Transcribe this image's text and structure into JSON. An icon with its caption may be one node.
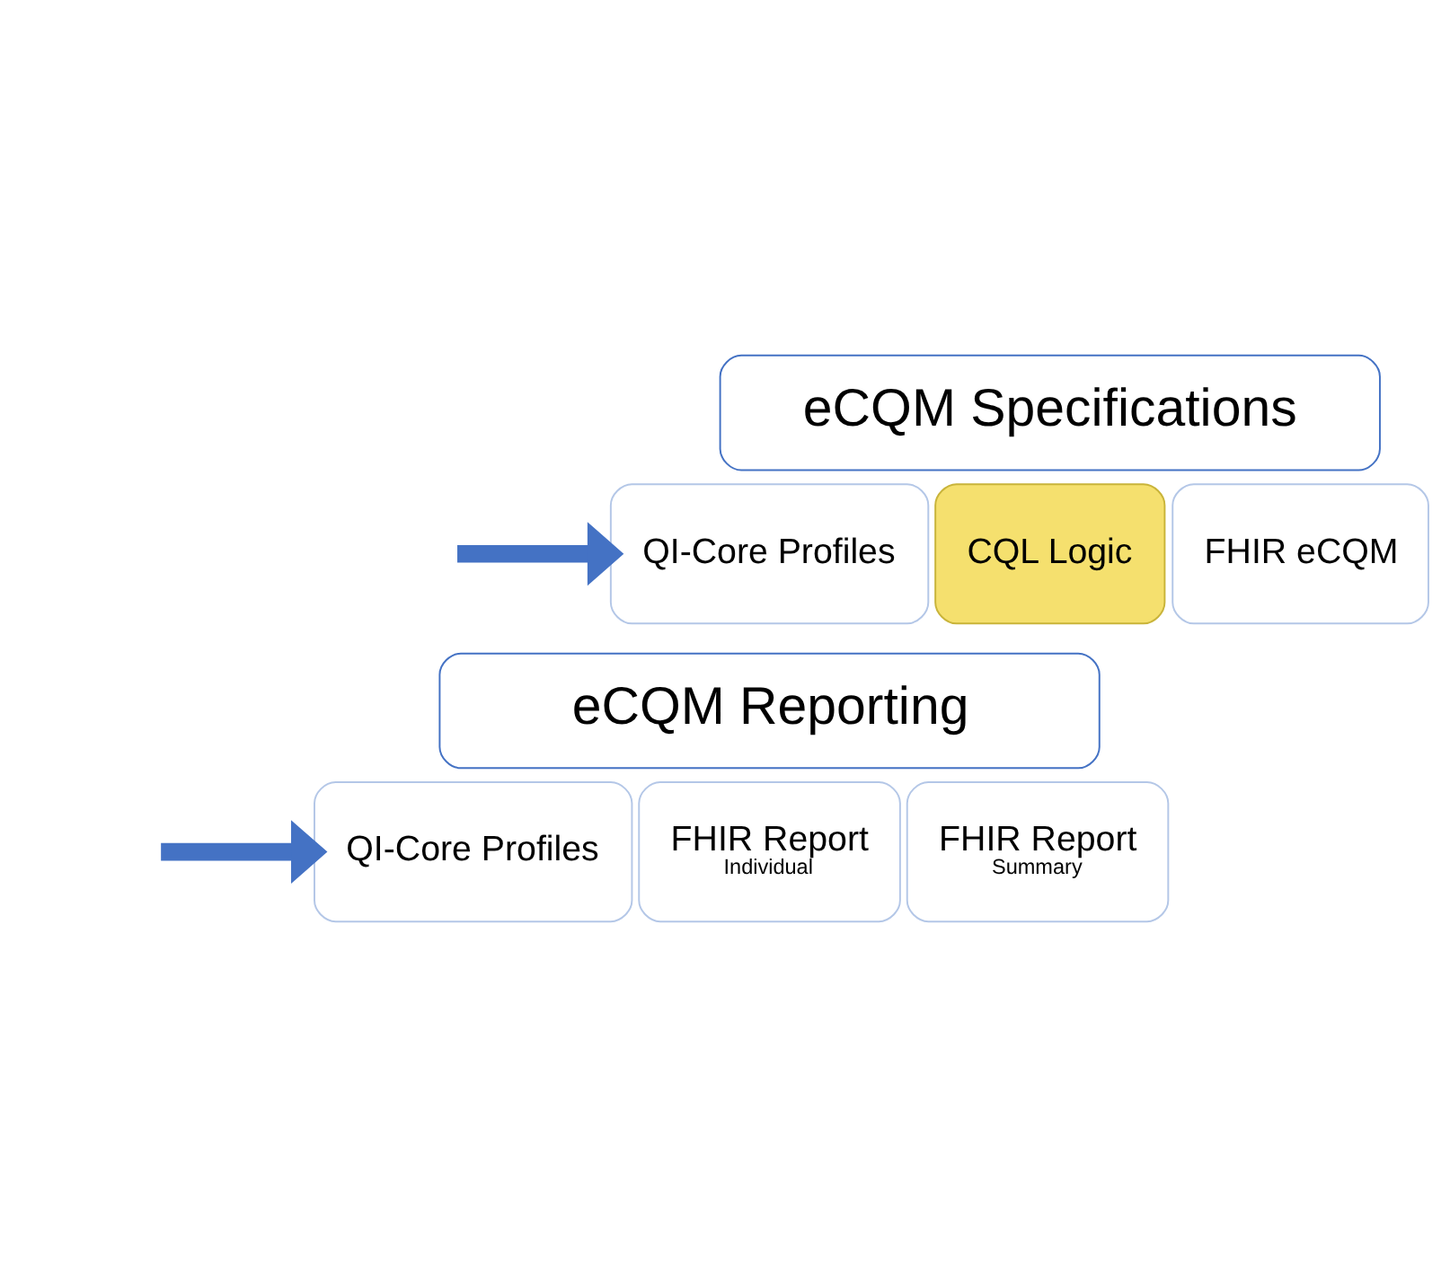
{
  "diagram": {
    "nodes": [
      {
        "text": [
          "eCQM Specifications"
        ]
      },
      {
        "text": [
          "QI-Core Profiles"
        ]
      },
      {
        "text": [
          "CQL Logic"
        ]
      },
      {
        "text": [
          "FHIR eCQM"
        ]
      },
      {
        "text": [
          "eCQM Reporting"
        ]
      },
      {
        "text": [
          "QI-Core Profiles"
        ]
      },
      {
        "text": [
          "FHIR Report",
          "Individual"
        ]
      },
      {
        "text": [
          "FHIR Report",
          "Summary"
        ]
      }
    ],
    "edges": [
      {
        "from": null,
        "to": 1,
        "arrow": "to"
      },
      {
        "from": null,
        "to": 5,
        "arrow": "to"
      }
    ]
  }
}
